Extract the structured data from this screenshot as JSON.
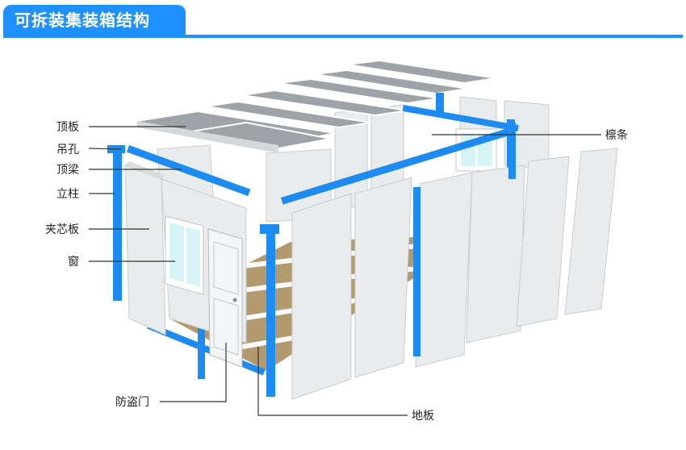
{
  "header": {
    "title": "可拆装集装箱结构"
  },
  "labels": {
    "roof_panel": "顶板",
    "lifting_hole": "吊孔",
    "top_beam": "顶梁",
    "column": "立柱",
    "sandwich_panel": "夹芯板",
    "window": "窗",
    "security_door": "防盗门",
    "purlin": "檩条",
    "floor": "地板"
  },
  "colors": {
    "accent": "#1e90ff",
    "frame": "#1e8bf0",
    "roof": "#9ea3a8",
    "panel": "#e9ebec",
    "floor": "#b39a6e"
  }
}
